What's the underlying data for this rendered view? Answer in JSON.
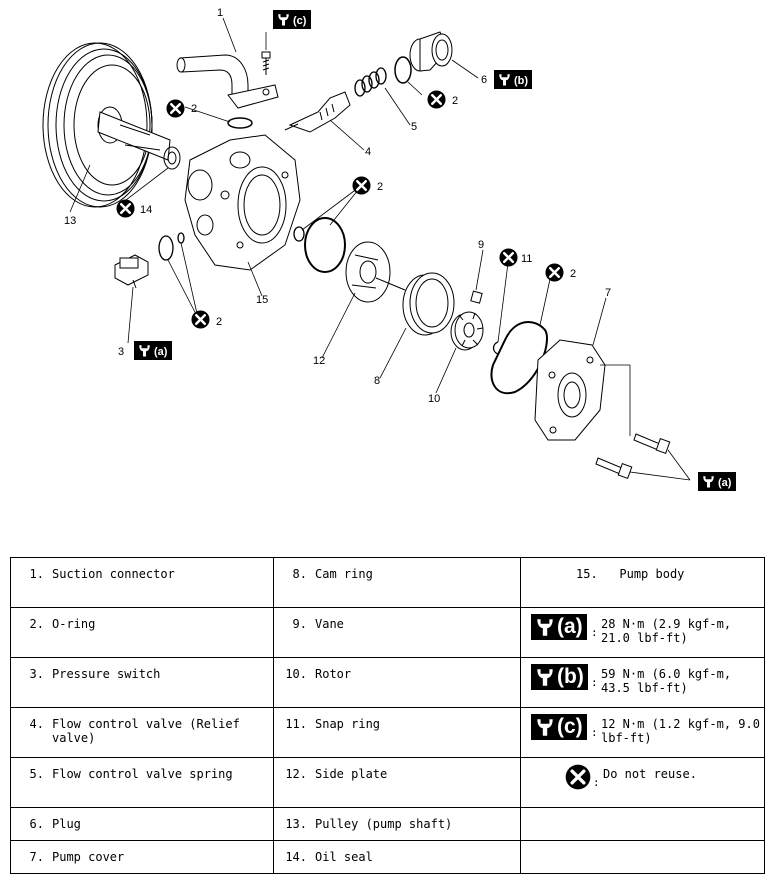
{
  "callouts": {
    "n1": "1",
    "n2a": "2",
    "n2b": "2",
    "n2c": "2",
    "n2d": "2",
    "n2e": "2",
    "n3": "3",
    "n4": "4",
    "n5": "5",
    "n6": "6",
    "n7": "7",
    "n8": "8",
    "n9": "9",
    "n10": "10",
    "n11": "11",
    "n12": "12",
    "n13": "13",
    "n14": "14",
    "n15": "15"
  },
  "badges": {
    "a": "(a)",
    "b": "(b)",
    "c": "(c)"
  },
  "legend": {
    "rows": [
      [
        {
          "num": "1.",
          "label": "Suction connector"
        },
        {
          "num": "8.",
          "label": "Cam ring"
        },
        {
          "num": "15.",
          "label": "Pump body"
        }
      ],
      [
        {
          "num": "2.",
          "label": "O-ring"
        },
        {
          "num": "9.",
          "label": "Vane"
        },
        {
          "key": "(a)",
          "text": "28 N·m (2.9 kgf-m, 21.0 lbf-ft)"
        }
      ],
      [
        {
          "num": "3.",
          "label": "Pressure switch"
        },
        {
          "num": "10.",
          "label": "Rotor"
        },
        {
          "key": "(b)",
          "text": "59 N·m (6.0 kgf-m, 43.5 lbf-ft)"
        }
      ],
      [
        {
          "num": "4.",
          "label": "Flow control valve (Relief valve)"
        },
        {
          "num": "11.",
          "label": "Snap ring"
        },
        {
          "key": "(c)",
          "text": "12 N·m (1.2 kgf-m, 9.0 lbf-ft)"
        }
      ],
      [
        {
          "num": "5.",
          "label": "Flow control valve spring"
        },
        {
          "num": "12.",
          "label": "Side plate"
        },
        {
          "text": "Do not reuse."
        }
      ],
      [
        {
          "num": "6.",
          "label": "Plug"
        },
        {
          "num": "13.",
          "label": "Pulley (pump shaft)"
        }
      ],
      [
        {
          "num": "7.",
          "label": "Pump cover"
        },
        {
          "num": "14.",
          "label": "Oil seal"
        }
      ]
    ],
    "colon": ":"
  }
}
